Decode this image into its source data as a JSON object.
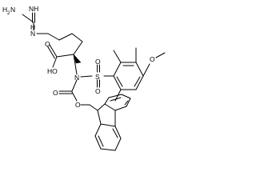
{
  "molecule": {
    "labels": {
      "imine_nh": "NH",
      "h2n": "H",
      "h2n_sub": "2",
      "h2n_n": "N",
      "guanidine_nh": "H",
      "guanidine_n": "N",
      "acid_o": "O",
      "acid_oh": "HO",
      "amide_n": "N",
      "sulfonyl_s": "S",
      "sulfonyl_o1": "O",
      "sulfonyl_o2": "O",
      "methoxy_o": "O",
      "carbamate_o1": "O",
      "carbamate_o2": "O"
    }
  }
}
